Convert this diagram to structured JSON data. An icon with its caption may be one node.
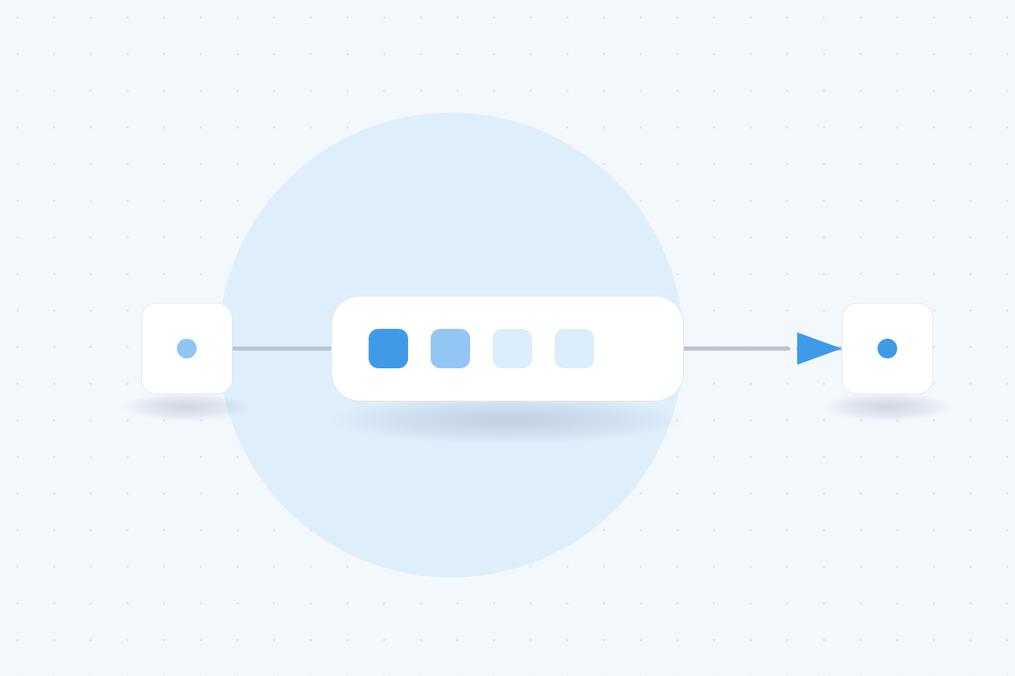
{
  "diagram": {
    "nodes": [
      {
        "text": [],
        "shape": "box"
      },
      {
        "text": [],
        "shape": "box"
      },
      {
        "text": [],
        "shape": "box"
      }
    ],
    "edges": [
      {
        "from": 0,
        "to": 1,
        "arrow": "none"
      },
      {
        "from": 1,
        "to": 2,
        "arrow": "to"
      }
    ]
  }
}
